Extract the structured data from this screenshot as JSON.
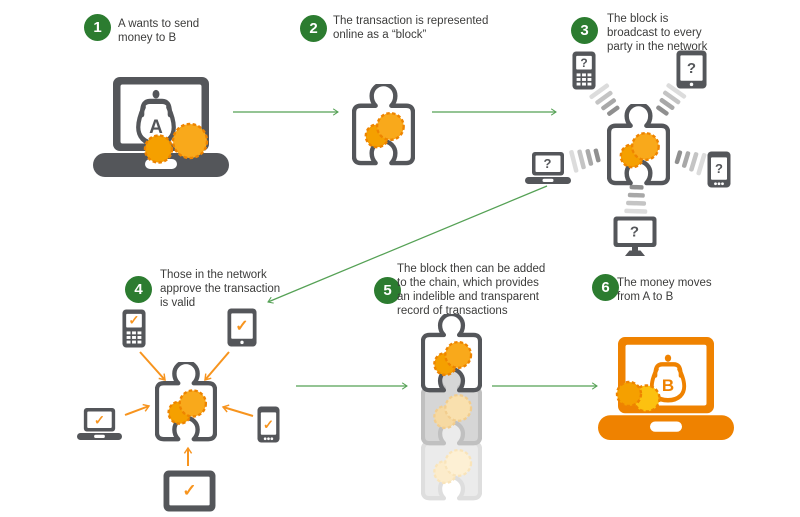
{
  "palette": {
    "badge_green": "#2c7c30",
    "arrow_green": "#55a155",
    "device_gray": "#54565a",
    "orange": "#f7941e",
    "deep_orange": "#ee8400",
    "coin_orange_1": "#f5a000",
    "coin_orange_2": "#f9a91b",
    "coin_yellow": "#fcc110",
    "laptop_orange": "#ef8200",
    "text_gray": "#3c3c3b",
    "faded_fill": "#d6d6d6",
    "faded_stroke": "#c0c0c0",
    "faded_coin_1": "#f6d9a2",
    "faded_coin_2": "#f9e0ae",
    "faded_coin_stroke": "#f2cd8e",
    "faded2_fill": "#ebebeb",
    "faded2_stroke": "#dedede",
    "faded2_coin_1": "#fceccb",
    "faded2_coin_2": "#fdf0d4",
    "faded2_coin_stroke": "#f9e4ba"
  },
  "steps": [
    {
      "number": "1",
      "text": "A wants to send\nmoney to B"
    },
    {
      "number": "2",
      "text": "The transaction is represented\nonline as a “block”"
    },
    {
      "number": "3",
      "text": "The block is\nbroadcast to every\nparty in the network"
    },
    {
      "number": "4",
      "text": "Those in the network\napprove the transaction\nis valid"
    },
    {
      "number": "5",
      "text": "The block then can be added\nto the chain, which provides\nan indelible and transparent\nrecord of transactions"
    },
    {
      "number": "6",
      "text": "The money moves\nfrom A to B"
    }
  ],
  "icons": {
    "purse_a_label": "A",
    "purse_b_label": "B",
    "question_mark": "?",
    "checkmark": "✓"
  }
}
